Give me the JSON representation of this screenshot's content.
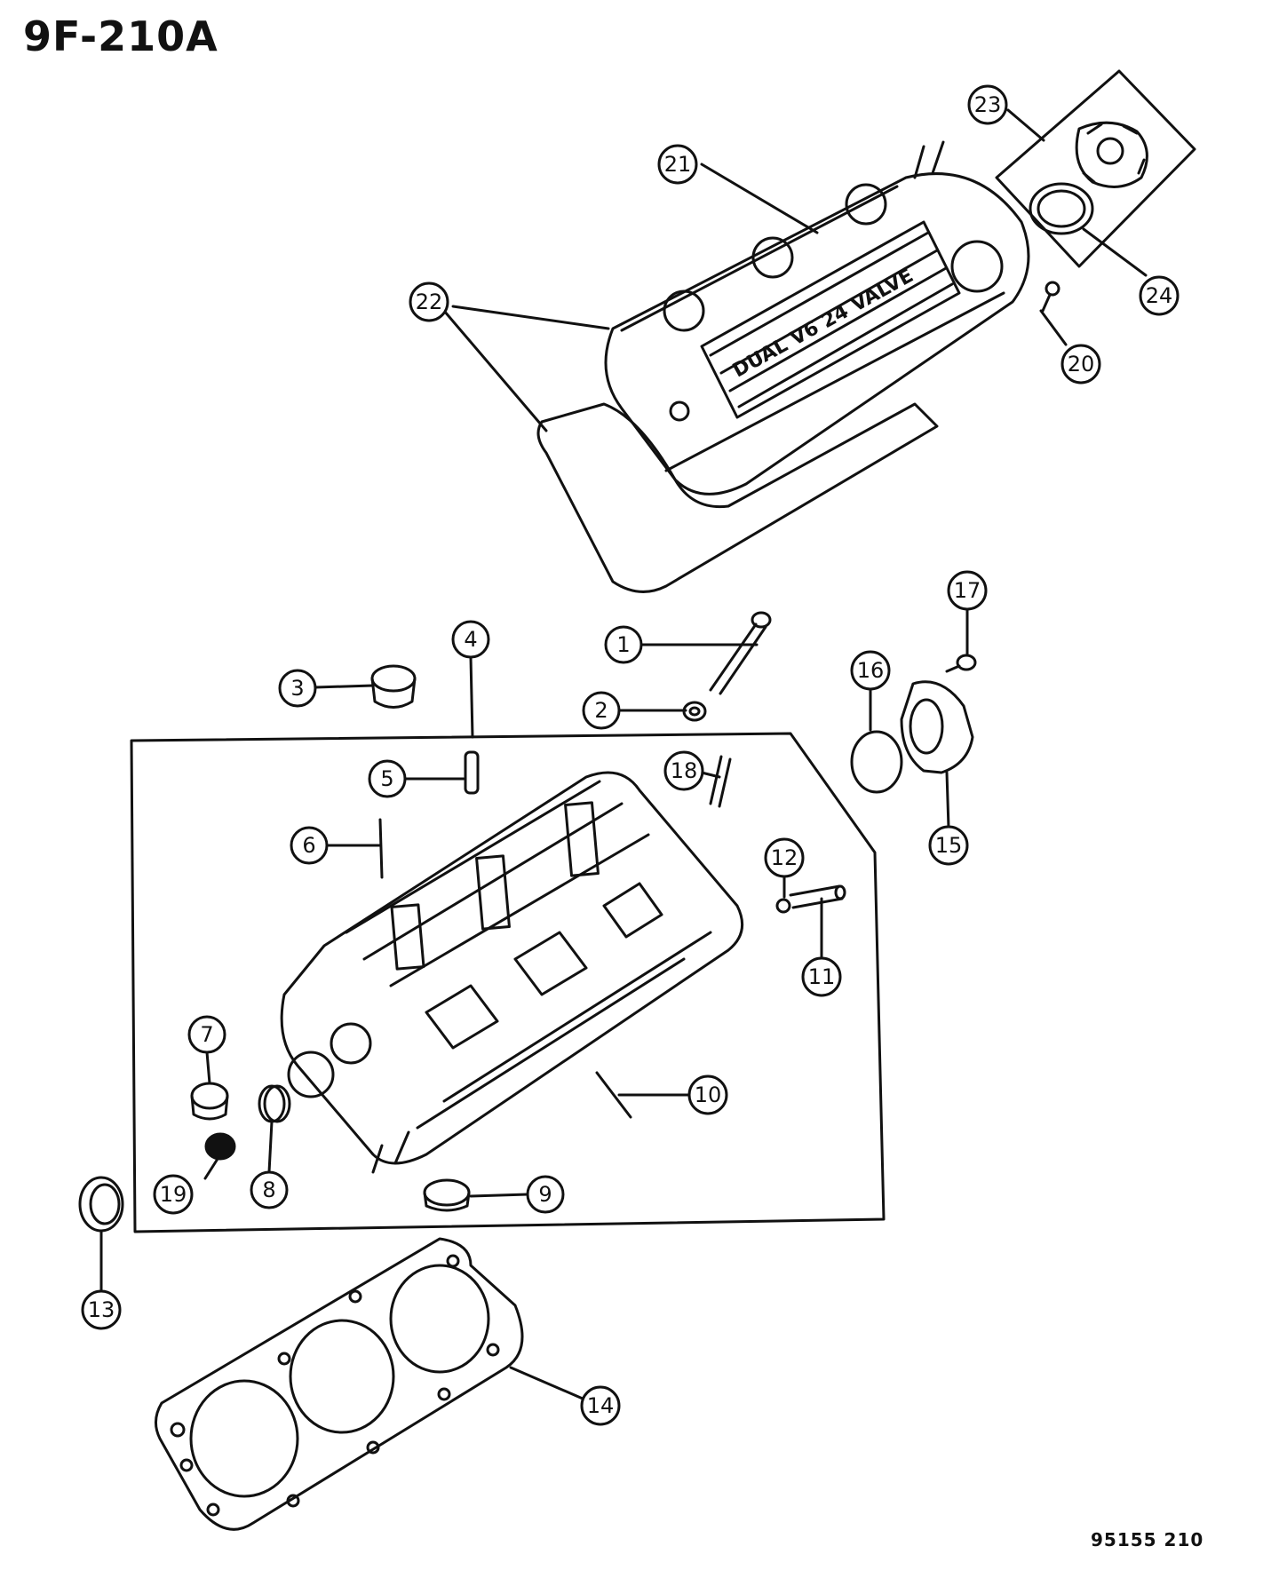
{
  "diagram_title": "9F-210A",
  "drawing_code": "95155 210",
  "callouts": [
    {
      "id": "callout-1",
      "text": "1"
    },
    {
      "id": "callout-2",
      "text": "2"
    },
    {
      "id": "callout-3",
      "text": "3"
    },
    {
      "id": "callout-4",
      "text": "4"
    },
    {
      "id": "callout-5",
      "text": "5"
    },
    {
      "id": "callout-6",
      "text": "6"
    },
    {
      "id": "callout-7",
      "text": "7"
    },
    {
      "id": "callout-8",
      "text": "8"
    },
    {
      "id": "callout-9",
      "text": "9"
    },
    {
      "id": "callout-10",
      "text": "10"
    },
    {
      "id": "callout-11",
      "text": "11"
    },
    {
      "id": "callout-12",
      "text": "12"
    },
    {
      "id": "callout-13",
      "text": "13"
    },
    {
      "id": "callout-14",
      "text": "14"
    },
    {
      "id": "callout-15",
      "text": "15"
    },
    {
      "id": "callout-16",
      "text": "16"
    },
    {
      "id": "callout-17",
      "text": "17"
    },
    {
      "id": "callout-18",
      "text": "18"
    },
    {
      "id": "callout-19",
      "text": "19"
    },
    {
      "id": "callout-20",
      "text": "20"
    },
    {
      "id": "callout-21",
      "text": "21"
    },
    {
      "id": "callout-22",
      "text": "22"
    },
    {
      "id": "callout-23",
      "text": "23"
    },
    {
      "id": "callout-24",
      "text": "24"
    }
  ],
  "cover_logo_text": "DUAL V6 24 VALVE"
}
